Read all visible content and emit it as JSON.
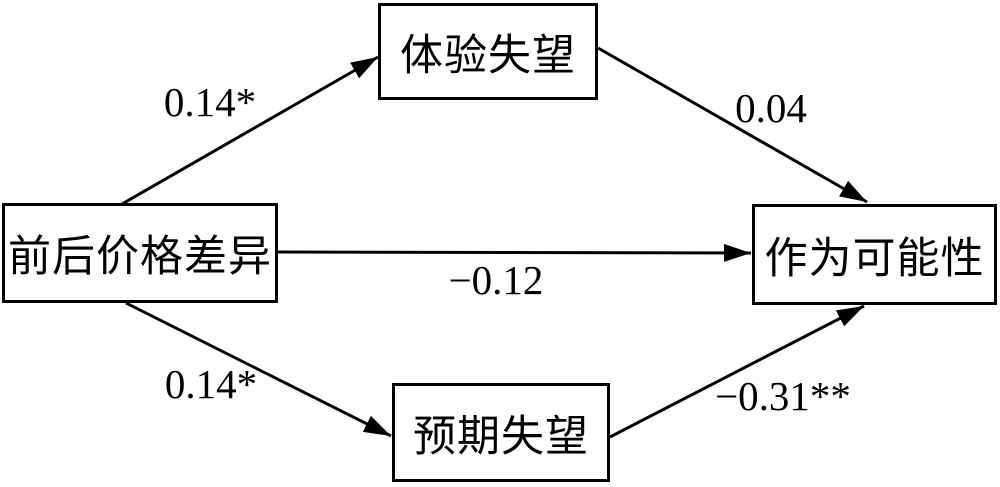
{
  "diagram": {
    "nodes": {
      "predictor": {
        "label": "前后价格差异"
      },
      "mediator_top": {
        "label": "体验失望"
      },
      "mediator_bottom": {
        "label": "预期失望"
      },
      "outcome": {
        "label": "作为可能性"
      }
    },
    "edges": {
      "predictor_to_mediator_top": {
        "coefficient": "0.14*"
      },
      "mediator_top_to_outcome": {
        "coefficient": "0.04"
      },
      "predictor_to_outcome": {
        "coefficient": "−0.12"
      },
      "predictor_to_mediator_bottom": {
        "coefficient": "0.14*"
      },
      "mediator_bottom_to_outcome": {
        "coefficient": "−0.31**"
      }
    },
    "colors": {
      "line": "#000000",
      "background": "#ffffff"
    }
  }
}
